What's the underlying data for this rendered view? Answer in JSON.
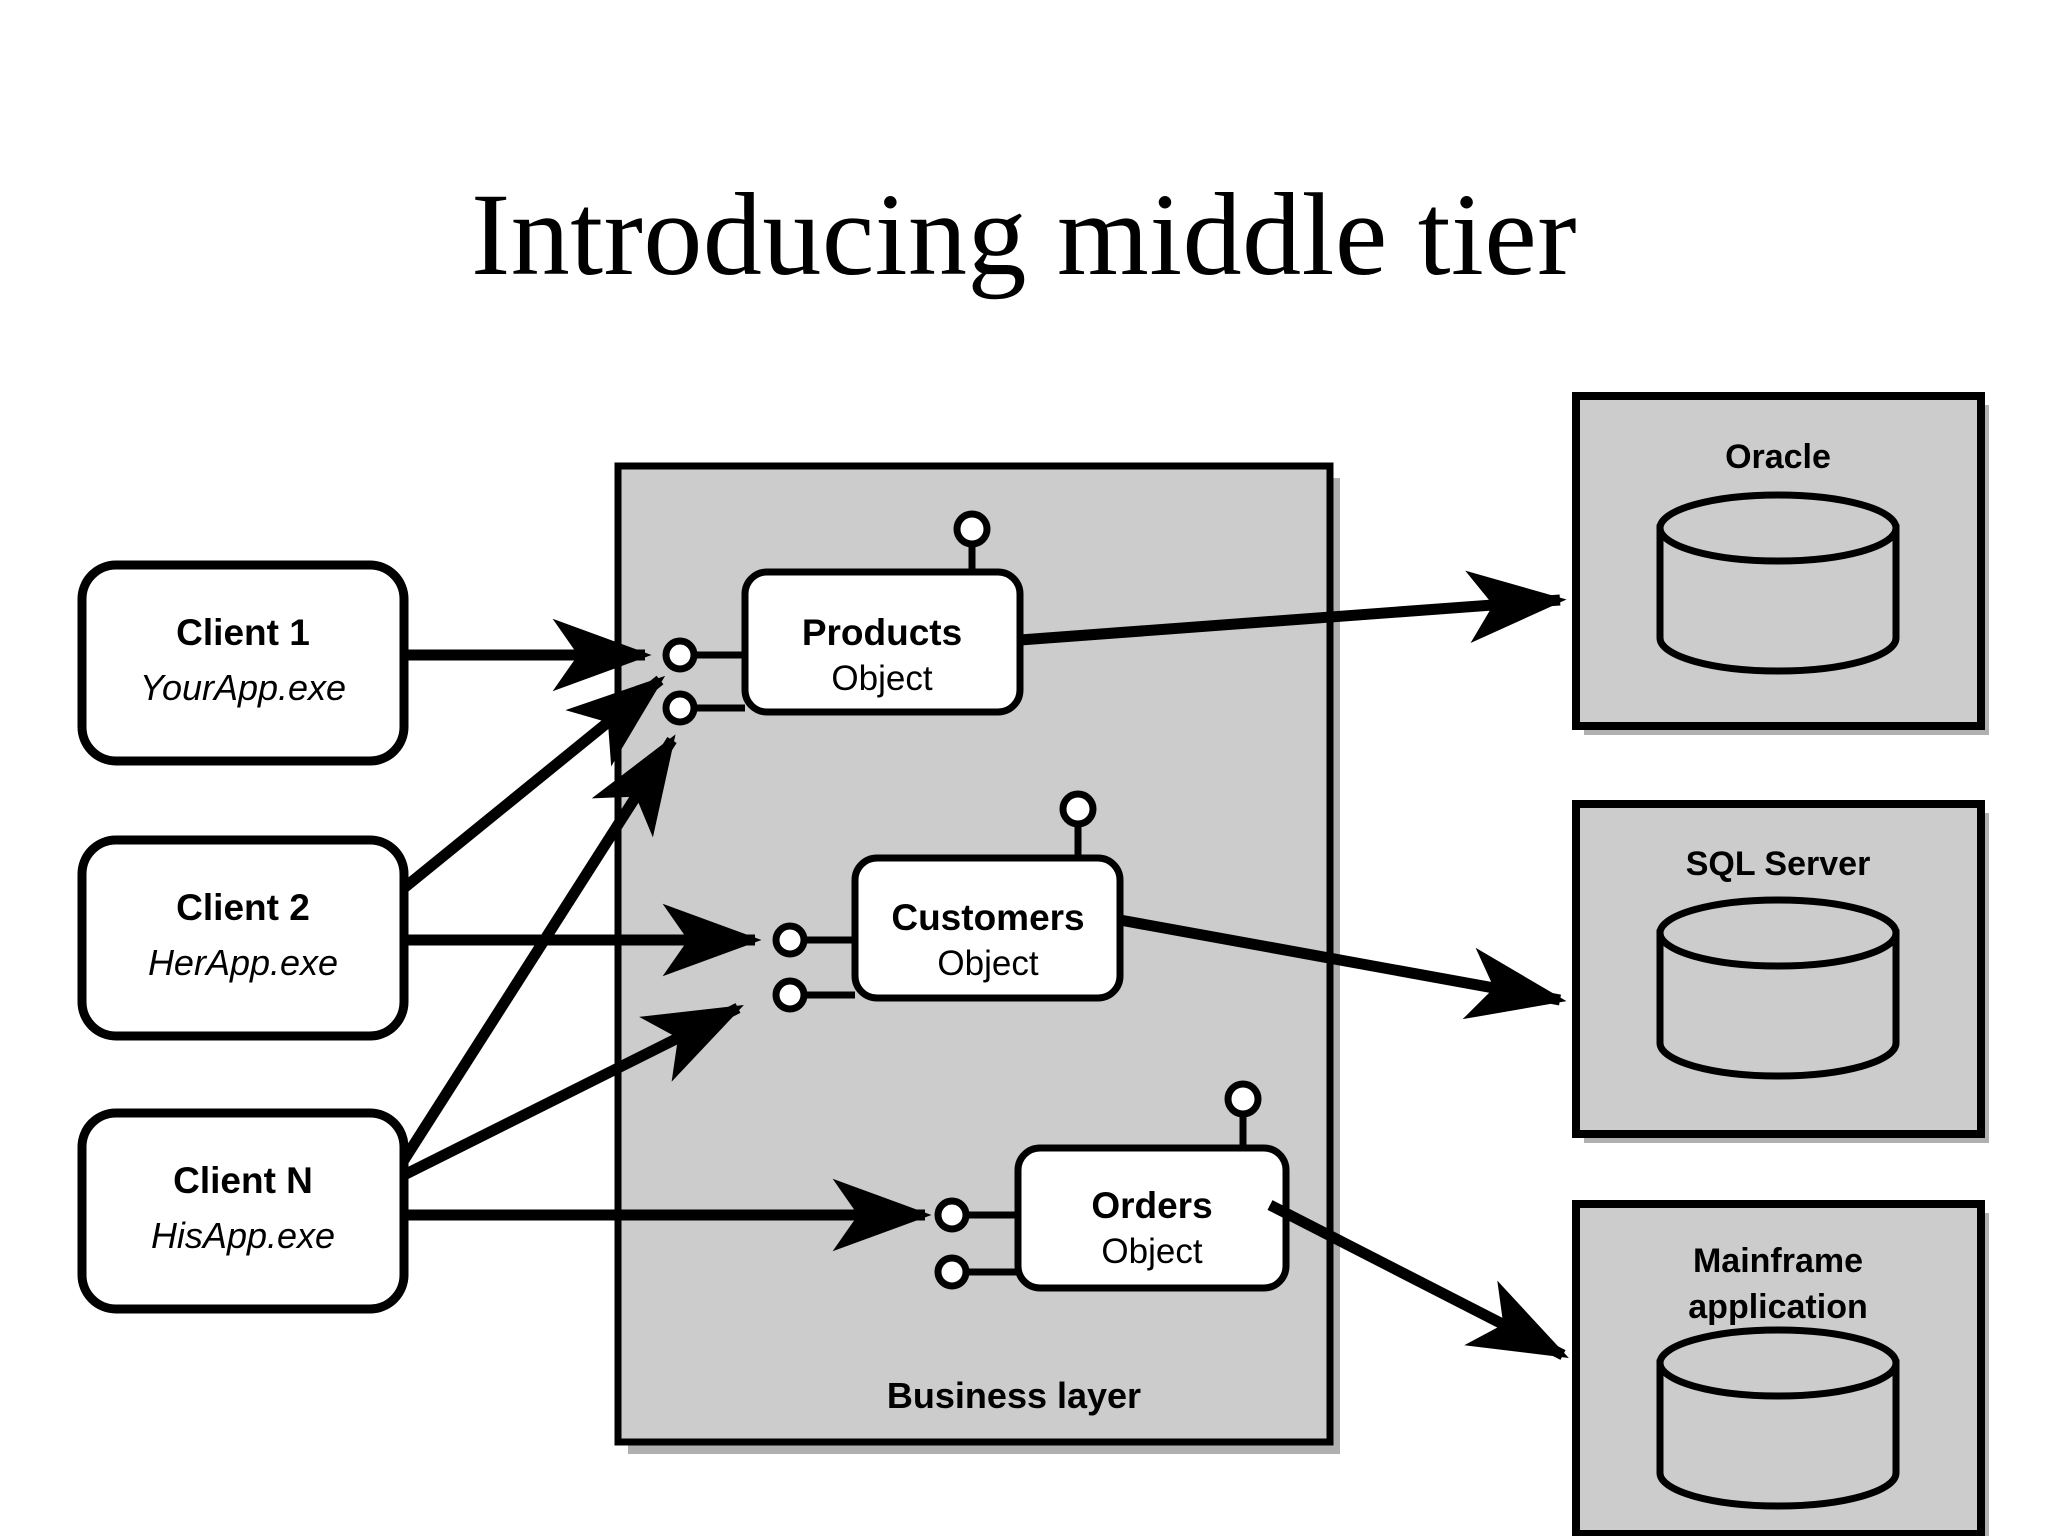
{
  "slide": {
    "title": "Introducing middle tier",
    "background_color": "#FFFFFF"
  },
  "colors": {
    "stroke": "#000000",
    "panel_fill": "#CCCCCC",
    "box_fill": "#FFFFFF",
    "shadow": "#B0B0B0"
  },
  "clients": [
    {
      "name": "Client 1",
      "exe": "YourApp.exe"
    },
    {
      "name": "Client 2",
      "exe": "HerApp.exe"
    },
    {
      "name": "Client N",
      "exe": "HisApp.exe"
    }
  ],
  "business_layer": {
    "label": "Business layer",
    "objects": [
      {
        "name": "Products",
        "kind": "Object"
      },
      {
        "name": "Customers",
        "kind": "Object"
      },
      {
        "name": "Orders",
        "kind": "Object"
      }
    ]
  },
  "data_sources": [
    {
      "label_line1": "Oracle",
      "label_line2": ""
    },
    {
      "label_line1": "SQL Server",
      "label_line2": ""
    },
    {
      "label_line1": "Mainframe",
      "label_line2": "application"
    }
  ]
}
